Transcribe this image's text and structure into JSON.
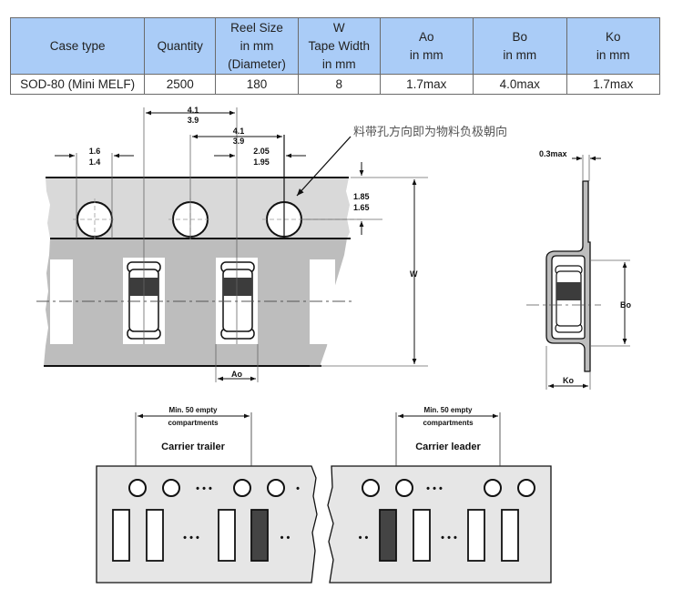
{
  "table": {
    "headers": [
      {
        "lines": [
          "Case type"
        ]
      },
      {
        "lines": [
          "Quantity"
        ]
      },
      {
        "lines": [
          "Reel Size",
          "in mm",
          "(Diameter)"
        ]
      },
      {
        "lines": [
          "W",
          "Tape Width",
          "in mm"
        ]
      },
      {
        "lines": [
          "Ao",
          "in mm"
        ]
      },
      {
        "lines": [
          "Bo",
          "in mm"
        ]
      },
      {
        "lines": [
          "Ko",
          "in mm"
        ]
      }
    ],
    "rows": [
      [
        "SOD-80 (Mini MELF)",
        "2500",
        "180",
        "8",
        "1.7max",
        "4.0max",
        "1.7max"
      ]
    ],
    "header_color": "#aaccf7"
  },
  "tape_drawing": {
    "annotation_cn": "料带孔方向即为物料负极朝向",
    "dims": {
      "pitch_top": [
        "4.1",
        "3.9"
      ],
      "pitch_mid": [
        "4.1",
        "3.9"
      ],
      "hole_dia": [
        "1.6",
        "1.4"
      ],
      "hole_offset": [
        "2.05",
        "1.95"
      ],
      "hole_edge": [
        "1.85",
        "1.65"
      ],
      "width_label": "W",
      "ao_label": "Ao"
    }
  },
  "cross_section": {
    "thickness_label": "0.3max",
    "bo_label": "Bo",
    "ko_label": "Ko"
  },
  "trailer": {
    "min_label_1": "Min. 50 empty",
    "min_label_2": "compartments",
    "title": "Carrier trailer"
  },
  "leader": {
    "min_label_1": "Min. 50 empty",
    "min_label_2": "compartments",
    "title": "Carrier leader"
  },
  "dots": {
    "three": "• • •",
    "two": "• •",
    "one": "•"
  }
}
